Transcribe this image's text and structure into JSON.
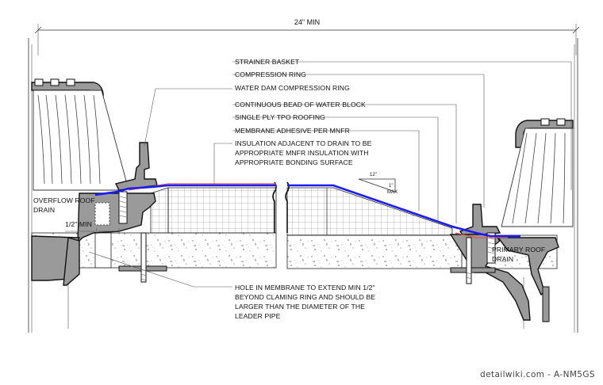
{
  "dimension": {
    "overall": "24\" MIN",
    "clearance": "1/2\" MIN"
  },
  "slope": {
    "run": "12\"",
    "rise": "1\"",
    "limit": "MAX"
  },
  "callouts": {
    "strainer_basket": "STRAINER BASKET",
    "compression_ring": "COMPRESSION RING",
    "water_dam_ring": "WATER DAM COMPRESSION RING",
    "water_block": "CONTINUOUS BEAD OF WATER BLOCK",
    "tpo_roofing": "SINGLE PLY TPO ROOFING",
    "membrane_adhesive": "MEMBRANE ADHESIVE PER MNFR",
    "insulation_lines": [
      "INSULATION ADJACENT TO DRAIN TO BE",
      "APPROPRIATE MNFR INSULATION WITH",
      "APPROPRIATE BONDING SURFACE"
    ],
    "hole_lines": [
      "HOLE IN MEMBRANE TO EXTEND MIN 1/2\"",
      "BEYOND CLAMING RING AND SHOULD BE",
      "LARGER THAN THE DIAMETER OF THE",
      "LEADER PIPE"
    ]
  },
  "drains": {
    "overflow_lines": [
      "OVERFLOW ROOF",
      "DRAIN"
    ],
    "primary_lines": [
      "PRIMARY ROOF",
      "DRAIN"
    ]
  },
  "footer": "detailwiki.com - A-NM5GS",
  "colors": {
    "membrane": "#1a1aff",
    "adhesive": "#d9534f",
    "line": "#111111"
  }
}
